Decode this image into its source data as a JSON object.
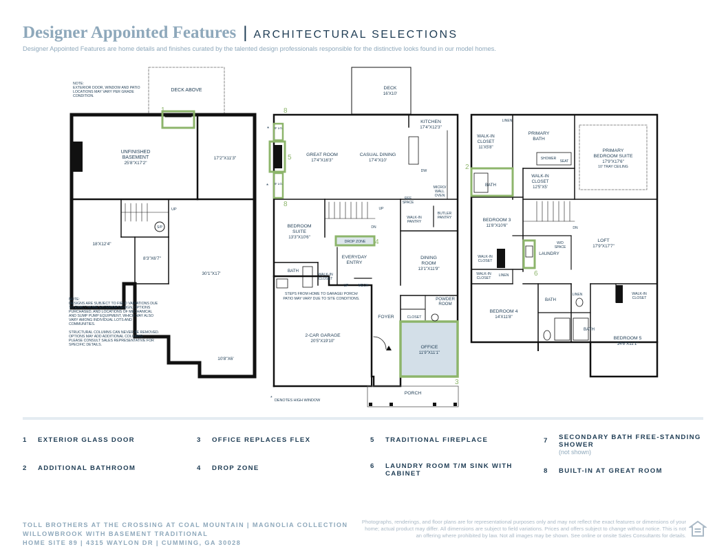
{
  "header": {
    "title": "Designer Appointed Features",
    "separator": "|",
    "subtitle": "ARCHITECTURAL SELECTIONS",
    "intro": "Designer Appointed Features are home details and finishes curated by the talented design professionals responsible for the distinctive looks found in our model homes."
  },
  "plan": {
    "basement": {
      "note_top": [
        "NOTE:",
        "EXTERIOR DOOR, WINDOW AND PATIO",
        "LOCATIONS MAY VARY PER GRADE",
        "CONDITION."
      ],
      "deck_above": "DECK ABOVE",
      "unfinished_1": "UNFINISHED",
      "unfinished_2": "BASEMENT",
      "unfinished_dim": "25'8\"X17'2\"",
      "room_a": "17'2\"X11'3\"",
      "room_b": "18'X12'4\"",
      "room_c": "8'3\"X6'7\"",
      "room_d": "30'1\"X17'",
      "room_e": "10'8\"X6'",
      "sp": "S/P",
      "up": "UP",
      "note_bottom": [
        "NOTE:",
        "DESIGNS ARE SUBJECT TO FIELD VARIATIONS DUE",
        "TO EXACT HOME EXTERIOR DESIGN, OPTIONS",
        "PURCHASED, AND LOCATIONS OF MECHANICAL",
        "AND SUMP PUMP EQUIPMENT, WHICH MAY ALSO",
        "VARY AMONG INDIVIDUAL LOTS AND",
        "COMMUNITIES.",
        "",
        "STRUCTURAL COLUMNS CAN NEVER BE REMOVED.",
        "OPTIONS MAY ADD ADDITIONAL COLUMNS.",
        "PLEASE CONSULT SALES REPRESENTATIVE FOR",
        "SPECIFIC DETAILS."
      ]
    },
    "first": {
      "deck": "DECK",
      "deck_dim": "16'X10'",
      "kitchen": "KITCHEN",
      "kitchen_dim": "17'4\"X12'3\"",
      "great_room": "GREAT ROOM",
      "great_room_dim": "17'4\"X16'3\"",
      "casual_dining": "CASUAL DINING",
      "casual_dining_dim": "17'4\"X10'",
      "dw": "DW",
      "micro_1": "MICRO/",
      "micro_2": "WALL",
      "micro_3": "OVEN",
      "ref": "REF",
      "space": "SPACE",
      "walk_in_pantry_1": "WALK-IN",
      "walk_in_pantry_2": "PANTRY",
      "butler_1": "BUTLER",
      "butler_2": "PANTRY",
      "bedroom_suite_1": "BEDROOM",
      "bedroom_suite_2": "SUITE",
      "bedroom_suite_dim": "13'3\"X10'6\"",
      "drop_zone": "DROP ZONE",
      "everyday_1": "EVERYDAY",
      "everyday_2": "ENTRY",
      "dining": "DINING",
      "dining_2": "ROOM",
      "dining_dim": "13'1\"X11'9\"",
      "bath": "BATH",
      "walk_in_closet_1": "WALK-IN",
      "walk_in_closet_2": "CLOSET",
      "up": "UP",
      "dn": "DN",
      "mech": "MECH",
      "powder_1": "POWDER",
      "powder_2": "ROOM",
      "closet": "CLOSET",
      "foyer": "FOYER",
      "steps_note_1": "STEPS FROM HOME TO GARAGE/ PORCH/",
      "steps_note_2": "PATIO MAY VARY DUE TO SITE CONDITIONS.",
      "garage": "2-CAR GARAGE",
      "garage_dim": "20'5\"X19'10\"",
      "office": "OFFICE",
      "office_dim": "11'9\"X11'1\"",
      "porch": "PORCH",
      "lg": "9' LG.",
      "high_window": "DENOTES HIGH WINDOW",
      "asterisk": "*"
    },
    "second": {
      "linen": "LINEN",
      "walk_in_1": "WALK-IN",
      "walk_in_2": "CLOSET",
      "walk_in_dim": "11'X5'8\"",
      "primary_bath_1": "PRIMARY",
      "primary_bath_2": "BATH",
      "shower": "SHOWER",
      "seat": "SEAT",
      "primary_suite_1": "PRIMARY",
      "primary_suite_2": "BEDROOM SUITE",
      "primary_suite_dim": "17'9\"X17'6\"",
      "tray": "10' TRAY CEILING",
      "walk_in_b_dim": "12'5\"X5'",
      "bath": "BATH",
      "bedroom3": "BEDROOM 3",
      "bedroom3_dim": "11'8\"X10'6\"",
      "dn": "DN",
      "loft": "LOFT",
      "loft_dim": "17'9\"X17'7\"",
      "wd_1": "W/D",
      "wd_2": "SPACE",
      "laundry": "LAUNDRY",
      "bedroom4": "BEDROOM 4",
      "bedroom4_dim": "14'X11'8\"",
      "bedroom5": "BEDROOM 5",
      "bedroom5_dim": "14'6\"X11'1\""
    },
    "markers": [
      "1",
      "2",
      "3",
      "4",
      "5",
      "6",
      "8",
      "8"
    ]
  },
  "features": [
    {
      "num": "1",
      "label": "EXTERIOR GLASS DOOR",
      "note": ""
    },
    {
      "num": "2",
      "label": "ADDITIONAL BATHROOM",
      "note": ""
    },
    {
      "num": "3",
      "label": "OFFICE REPLACES FLEX",
      "note": ""
    },
    {
      "num": "4",
      "label": "DROP ZONE",
      "note": ""
    },
    {
      "num": "5",
      "label": "TRADITIONAL FIREPLACE",
      "note": ""
    },
    {
      "num": "6",
      "label": "LAUNDRY ROOM T/M SINK WITH CABINET",
      "note": ""
    },
    {
      "num": "7",
      "label": "SECONDARY BATH FREE-STANDING SHOWER",
      "note": "(not shown)"
    },
    {
      "num": "8",
      "label": "BUILT-IN AT GREAT ROOM",
      "note": ""
    }
  ],
  "footer": {
    "line1": "TOLL BROTHERS AT THE CROSSING AT COAL MOUNTAIN  |  MAGNOLIA COLLECTION",
    "line2": "WILLOWBROOK WITH BASEMENT TRADITIONAL",
    "line3": "HOME SITE 89  |  4315 WAYLON DR  |  CUMMING, GA 30028",
    "disclaimer": "Photographs, renderings, and floor plans are for representational purposes only and may not reflect the exact features or dimensions of your home; actual product may differ. All dimensions are subject to field variations. Prices and offers subject to change without notice. This is not an offering where prohibited by law. Not all images may be shown. See online or onsite Sales Consultants for details.",
    "eho_icon": "equal-housing-opportunity-icon"
  },
  "colors": {
    "navy": "#1d3b53",
    "light_blue": "#8ea8bb",
    "highlight_green": "#8db56b",
    "office_fill": "#d3dfe8",
    "rule": "#e4ecf2"
  }
}
